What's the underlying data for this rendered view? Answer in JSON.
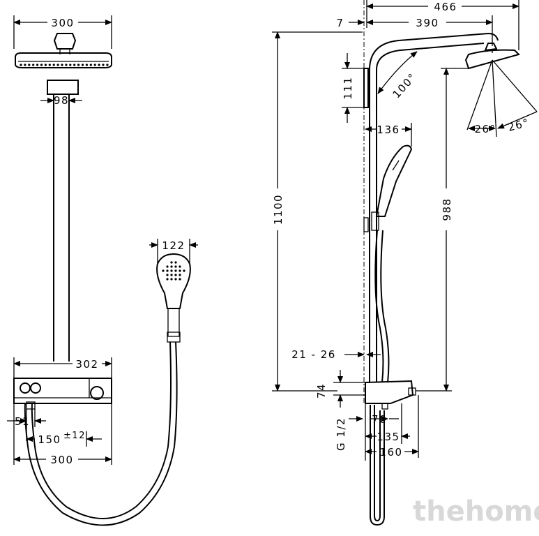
{
  "front_view": {
    "head_width": "300",
    "arm_diameter": "98",
    "hand_shower_width": "122",
    "thermostat_width": "302",
    "side_offset": "51",
    "center_distance": "150",
    "center_tolerance": "±12",
    "base_width": "300"
  },
  "side_view": {
    "total_reach": "466",
    "wall_gap": "7",
    "arm_reach": "390",
    "bracket_height": "111",
    "arm_angle": "100°",
    "spray_angle_left": "26°",
    "spray_angle_right": "26°",
    "hand_shower_depth": "136",
    "total_height": "1100",
    "head_height": "988",
    "wall_distance_range": "21 - 26",
    "connection_height": "74",
    "connection_thread": "G 1/2",
    "outlet_depth": "70",
    "thermostat_depth": "135",
    "overall_depth": "160"
  },
  "watermark": "thehome"
}
